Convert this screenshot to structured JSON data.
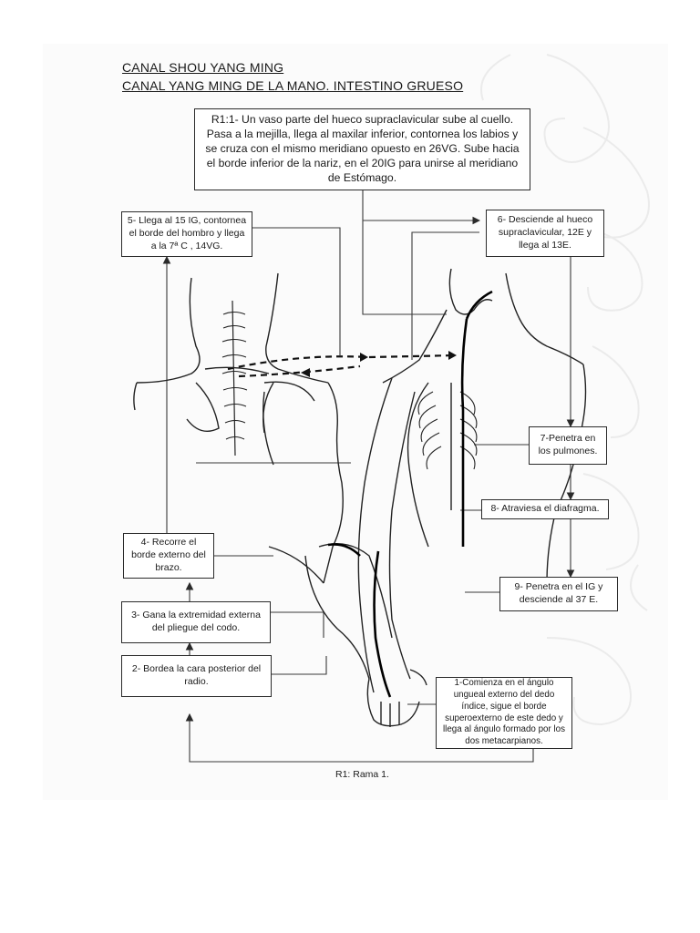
{
  "titles": {
    "line1": "CANAL SHOU YANG MING",
    "line2": "CANAL YANG MING DE LA MANO. INTESTINO GRUESO"
  },
  "steps": {
    "r1": "R1:1- Un vaso parte del hueco supraclavicular sube al cuello. Pasa a la mejilla, llega al maxilar inferior, contornea los labios y se cruza con el mismo meridiano opuesto en 26VG. Sube hacia el borde inferior de la nariz, en el 20IG para unirse al meridiano de Estómago.",
    "s1": "1-Comienza  en el ángulo ungueal externo del dedo índice, sigue el borde superoexterno de este dedo y llega al ángulo formado por los dos metacarpianos.",
    "s2": "2- Bordea la cara posterior del radio.",
    "s3": "3- Gana la extremidad externa del pliegue del codo.",
    "s4": "4- Recorre el borde externo del brazo.",
    "s5": "5- Llega al 15 IG, contornea el borde del hombro y llega a la 7ª C , 14VG.",
    "s6": "6- Desciende al hueco supraclavicular, 12E y llega al 13E.",
    "s7": "7-Penetra en los pulmones.",
    "s8": "8- Atraviesa el diafragma.",
    "s9": "9- Penetra en el IG y desciende al 37 E."
  },
  "caption": "R1: Rama 1.",
  "colors": {
    "ink": "#1a1a1a",
    "sheet": "#fbfbfb",
    "decoration": "#ececec"
  }
}
